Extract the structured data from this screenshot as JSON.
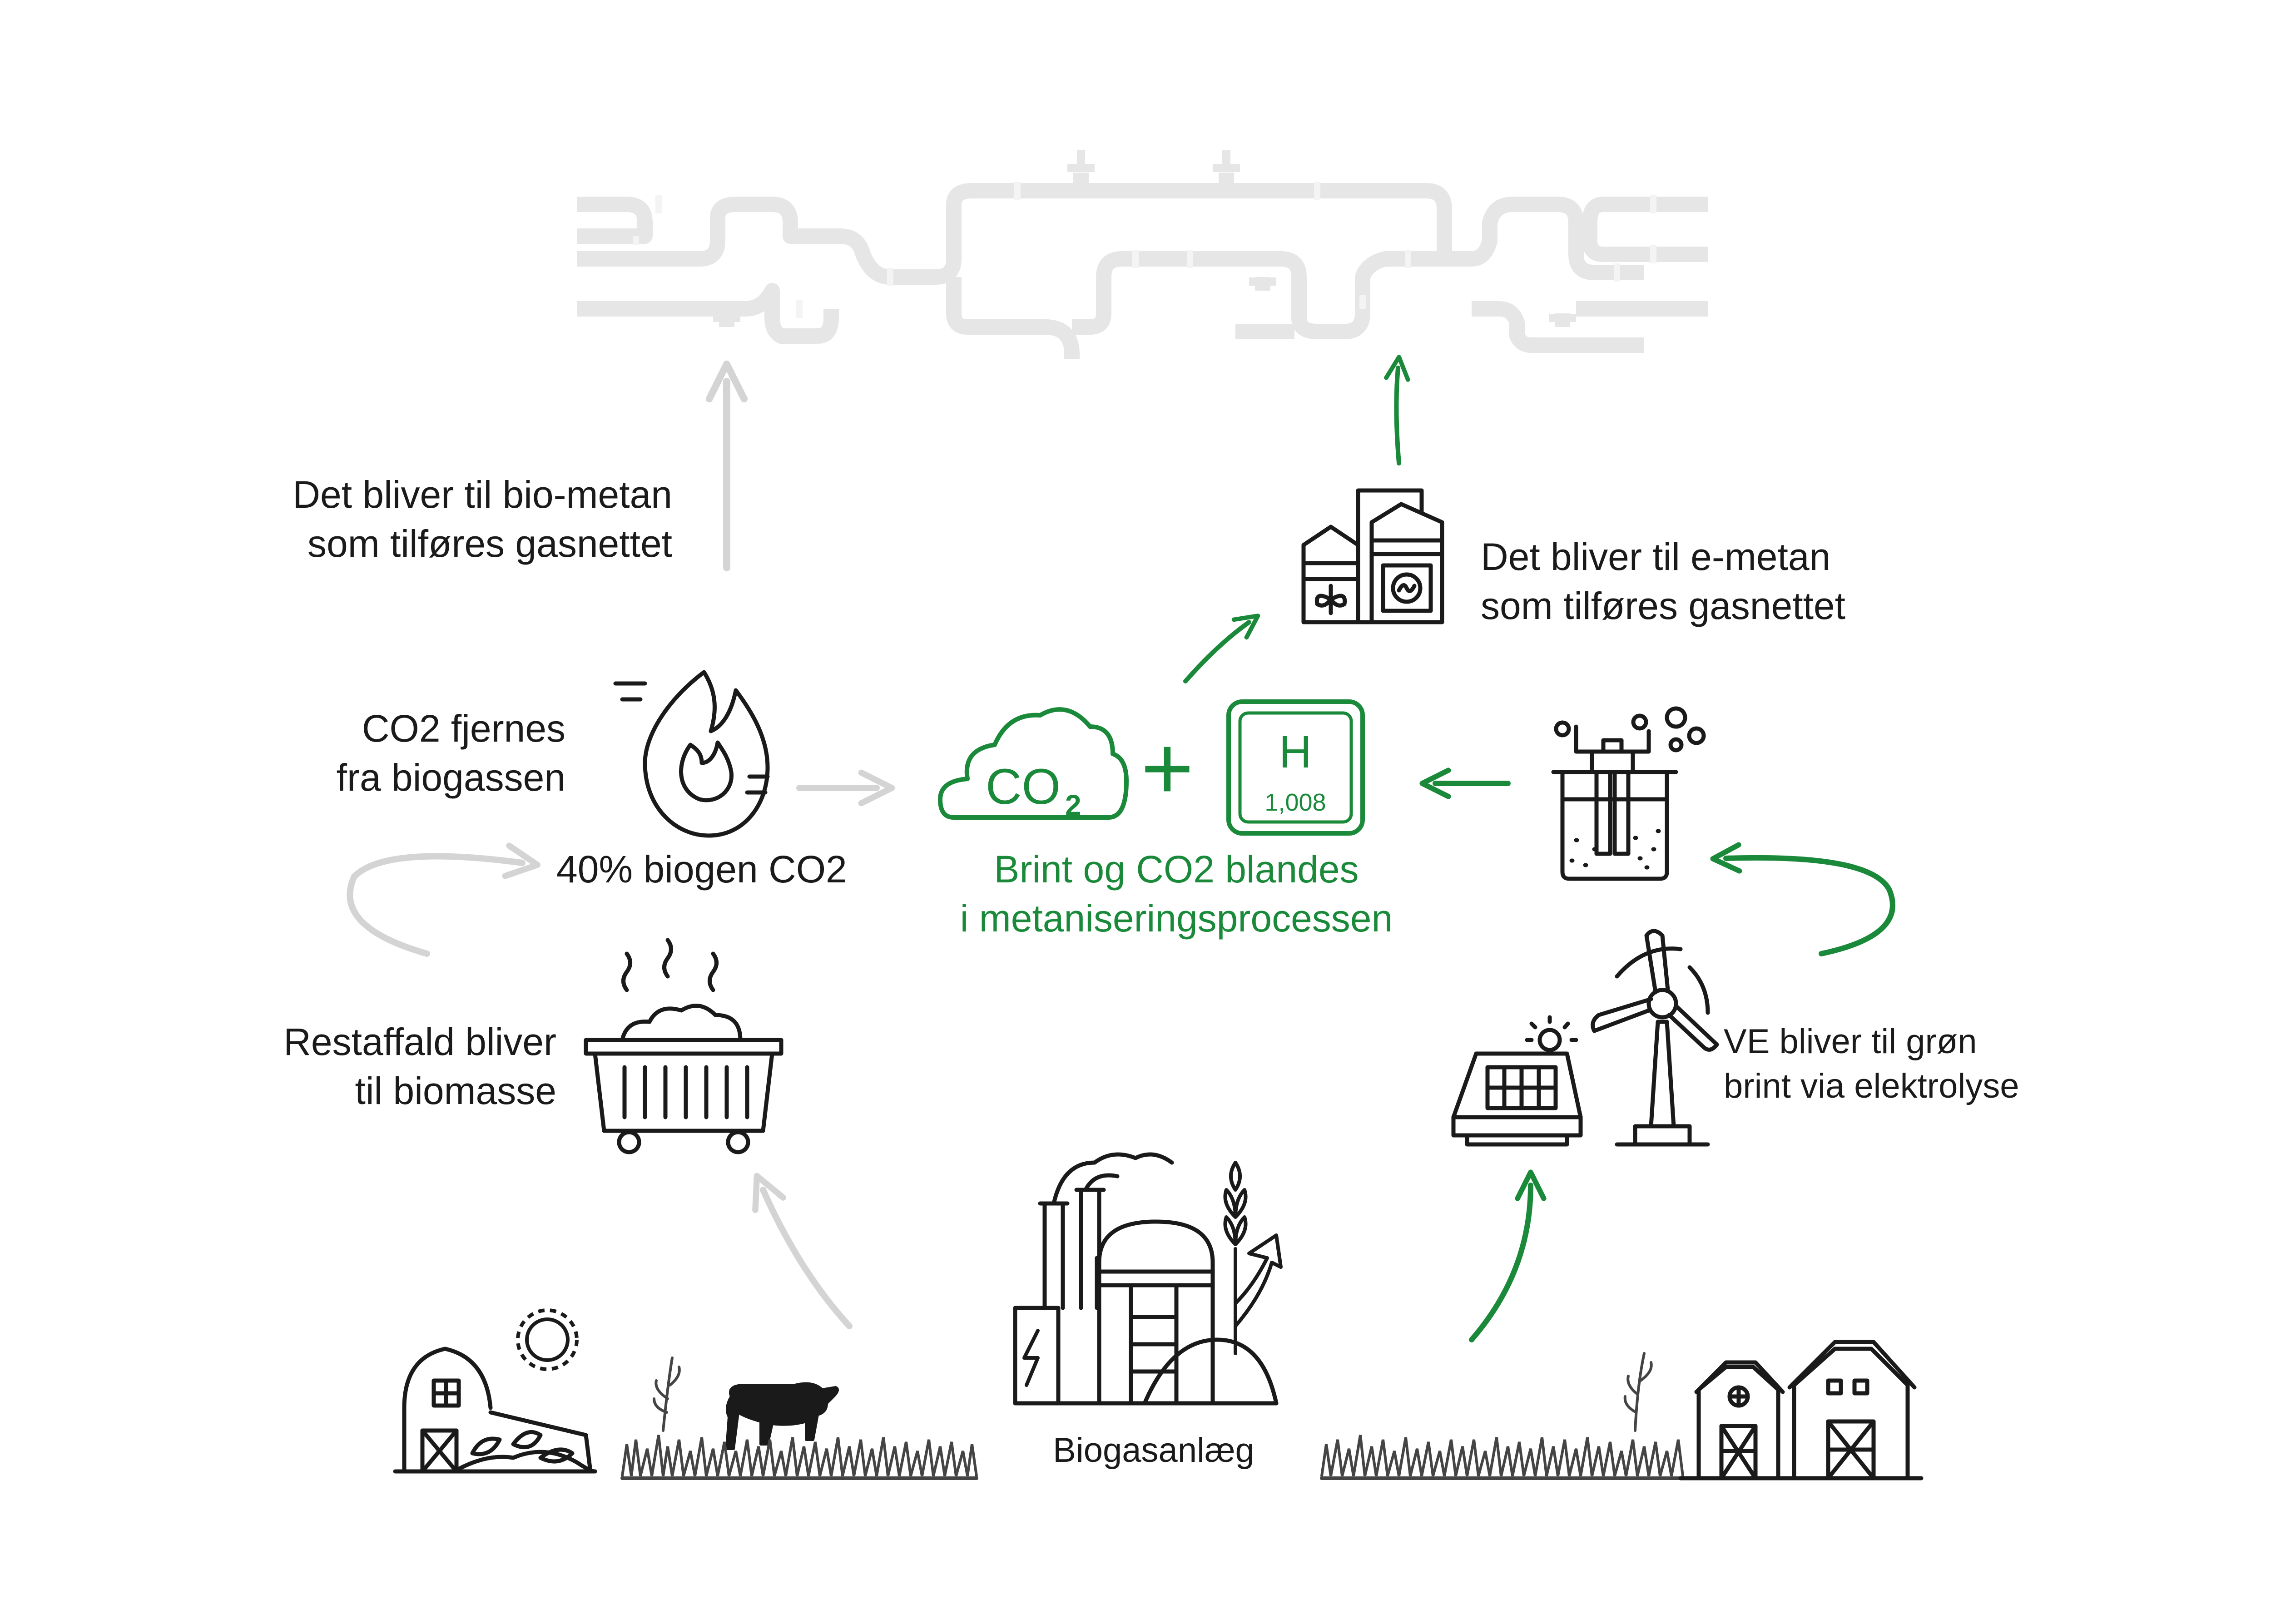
{
  "colors": {
    "green": "#1a8a3a",
    "gray": "#d4d4d4",
    "pipe": "#e6e6e6",
    "ink": "#1a1a1a"
  },
  "labels": {
    "biomethane": {
      "line1": "Det bliver til bio-metan",
      "line2": "som tilføres gasnettet"
    },
    "emethane": {
      "line1": "Det bliver til e-metan",
      "line2": "som tilføres gasnettet"
    },
    "co2_removed": {
      "line1": "CO2 fjernes",
      "line2": "fra biogassen"
    },
    "biogenic_co2": "40%  biogen CO2",
    "mixing": {
      "line1": "Brint og CO2 blandes",
      "line2": "i metaniseringsprocessen"
    },
    "residual_waste": {
      "line1": "Restaffald bliver",
      "line2": "til biomasse"
    },
    "renewable": {
      "line1": "VE bliver til grøn",
      "line2": "brint  via elektrolyse"
    },
    "biogas_plant": "Biogasanlæg"
  },
  "co2_cloud": {
    "symbol": "CO",
    "subscript": "2"
  },
  "hydrogen_tile": {
    "symbol": "H",
    "mass": "1,008"
  },
  "plus_sign": "+",
  "icons": [
    "gas-pipeline-network-icon",
    "flame-icon",
    "co2-cloud-icon",
    "hydrogen-element-icon",
    "methanation-plant-icon",
    "electrolysis-beaker-icon",
    "solar-panel-icon",
    "wind-turbine-icon",
    "waste-container-icon",
    "farm-barn-icon",
    "sun-icon",
    "cow-icon",
    "grass-field-icon",
    "biogas-plant-icon",
    "wheat-icon",
    "barns-icon"
  ]
}
